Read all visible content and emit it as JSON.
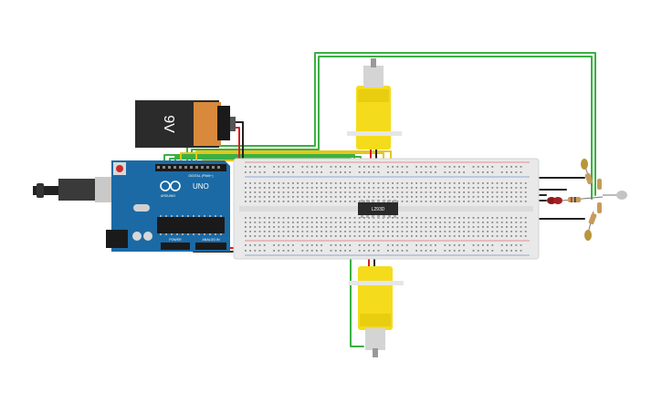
{
  "battery": {
    "label": "9V"
  },
  "arduino": {
    "brand": "UNO",
    "maker": "ARDUINO",
    "digital_label": "DIGITAL (PWM~)",
    "power_label": "POWER",
    "analog_label": "ANALOG IN"
  },
  "driver_chip": {
    "label": "L293D"
  },
  "colors": {
    "wire_green": "#3cb043",
    "wire_yellow": "#e6c619",
    "wire_red": "#d62020",
    "wire_black": "#222222",
    "arduino_blue": "#1b6aa5",
    "motor_yellow": "#f4dc1c",
    "breadboard": "#e9e9e9",
    "battery_body": "#2b2b2b",
    "battery_cap": "#d9893b"
  },
  "icons": [
    "battery-icon",
    "usb-connector-icon",
    "dc-jack-icon",
    "motor-icon",
    "chip-icon",
    "led-icon",
    "resistor-icon",
    "photoresistor-icon"
  ]
}
